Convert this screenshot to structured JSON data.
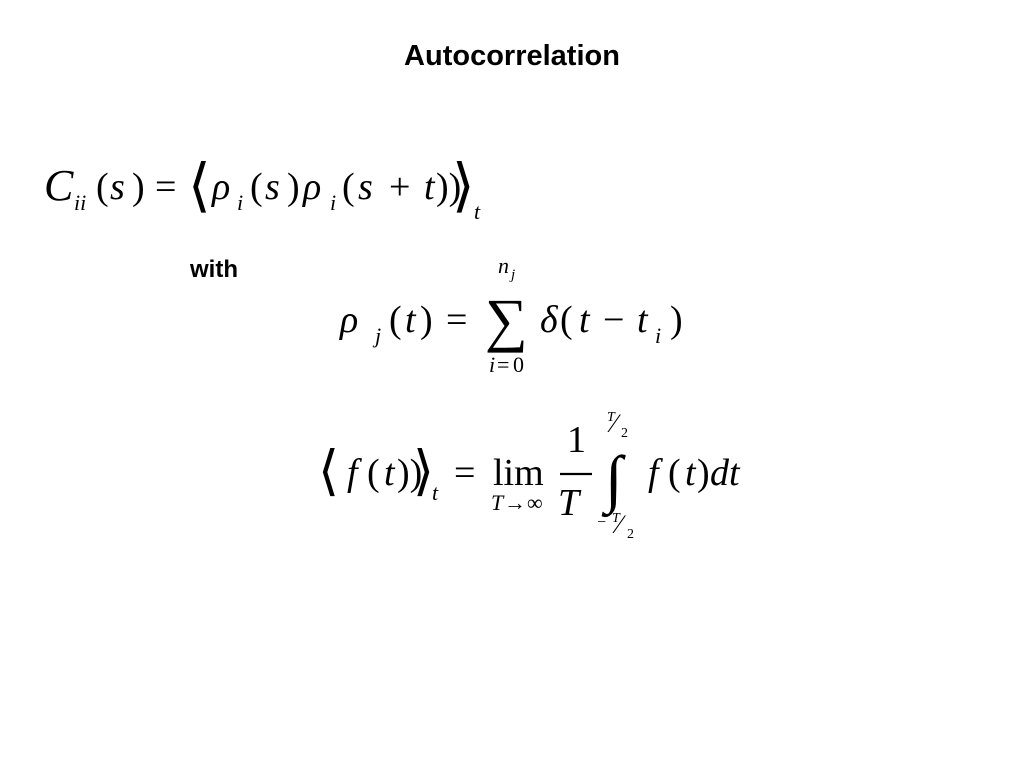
{
  "slide": {
    "title": "Autocorrelation",
    "with_label": "with"
  },
  "eq1": {
    "C": "C",
    "C_sub": "ii",
    "lhs_open": "(",
    "lhs_var": "s",
    "lhs_close": ")",
    "equals": "=",
    "langle": "⟨",
    "rho1": "ρ",
    "rho1_sub": "i",
    "arg1_open": "(",
    "arg1_var": "s",
    "arg1_close": ")",
    "rho2": "ρ",
    "rho2_sub": "i",
    "arg2_open": "(",
    "arg2_s": "s",
    "arg2_plus": "+",
    "arg2_t": "t",
    "arg2_close": "))",
    "rangle": "⟩",
    "avg_sub": "t"
  },
  "eq2": {
    "rho": "ρ",
    "rho_sub": "j",
    "arg_open": "(",
    "arg_var": "t",
    "arg_close": ")",
    "equals": "=",
    "sum": "∑",
    "upper_n": "n",
    "upper_n_sub": "j",
    "lower_i": "i",
    "lower_eq": "=",
    "lower_zero": "0",
    "delta": "δ",
    "d_open": "(",
    "d_t": "t",
    "d_minus": "−",
    "d_ti": "t",
    "d_ti_sub": "i",
    "d_close": ")"
  },
  "eq3": {
    "langle": "⟨",
    "f": "f",
    "f_open": "(",
    "f_t": "t",
    "f_close": "))",
    "rangle": "⟩",
    "avg_sub": "t",
    "equals": "=",
    "lim": "lim",
    "lim_T": "T",
    "lim_arrow": "→",
    "lim_inf": "∞",
    "frac_num": "1",
    "frac_den": "T",
    "integral": "∫",
    "upper_T": "T",
    "upper_slash": "⁄",
    "upper_2": "2",
    "lower_minus": "−",
    "lower_T": "T",
    "lower_slash": "⁄",
    "lower_2": "2",
    "int_f": "f",
    "int_open": "(",
    "int_t": "t",
    "int_close": ")",
    "int_dt": "dt"
  }
}
